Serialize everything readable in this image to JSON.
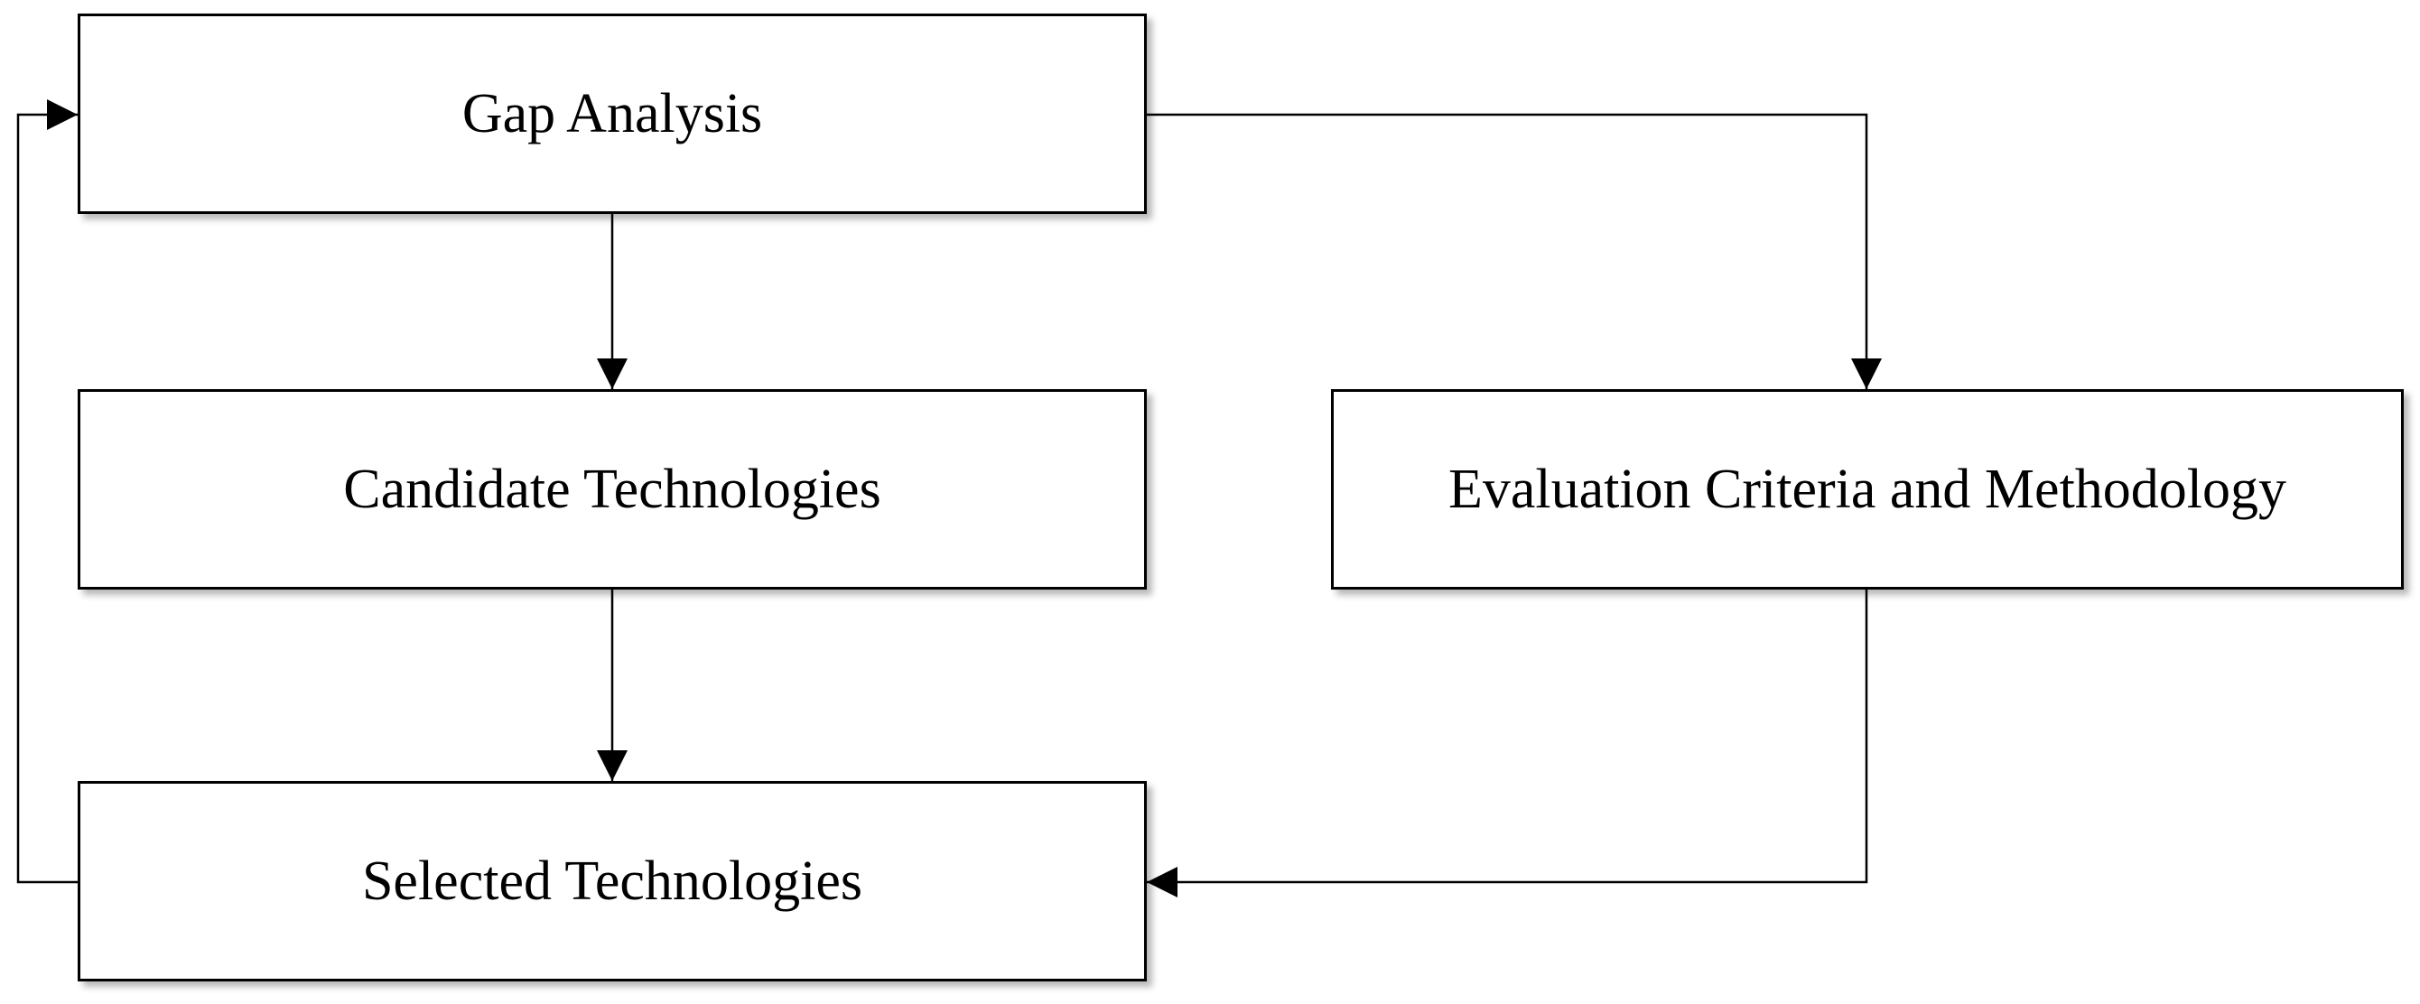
{
  "diagram": {
    "nodes": {
      "gap_analysis": "Gap Analysis",
      "candidate_technologies": "Candidate Technologies",
      "evaluation_criteria": "Evaluation Criteria and Methodology",
      "selected_technologies": "Selected Technologies"
    },
    "edges": [
      {
        "from": "gap_analysis",
        "to": "candidate_technologies"
      },
      {
        "from": "gap_analysis",
        "to": "evaluation_criteria"
      },
      {
        "from": "candidate_technologies",
        "to": "selected_technologies"
      },
      {
        "from": "evaluation_criteria",
        "to": "selected_technologies"
      },
      {
        "from": "selected_technologies",
        "to": "gap_analysis"
      }
    ],
    "colors": {
      "stroke": "#000000",
      "fill": "#ffffff"
    }
  }
}
